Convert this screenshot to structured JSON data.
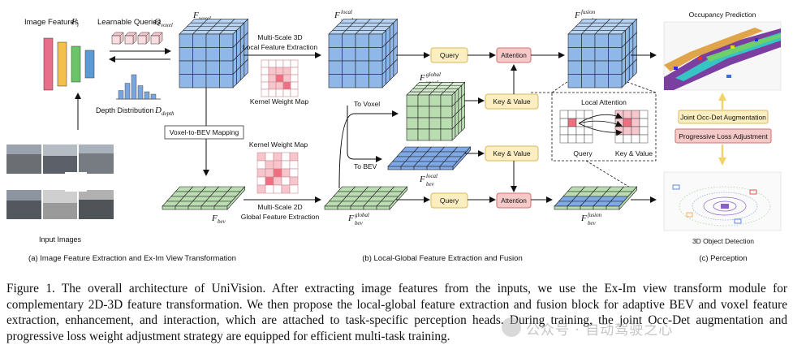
{
  "colors": {
    "voxel_blue": "#8fb7e8",
    "voxel_blue_top": "#b7d3f4",
    "voxel_green": "#b9dcb0",
    "voxel_green_top": "#d3ebcc",
    "bev_blue": "#7fa9e6",
    "query_box": "#fbeec0",
    "query_border": "#d9b95a",
    "attention_box": "#f6c9c9",
    "attention_border": "#d27070",
    "kernel_pink": "#f7c6cc",
    "kernel_red": "#ee6f7f",
    "bar_colors": [
      "#e86f8a",
      "#f3c04b",
      "#6cc46a",
      "#5b9bd5"
    ],
    "depth_bars": "#7aa6e0",
    "guide_yellow": "#f1d36b"
  },
  "labels": {
    "image_features": "Image Features",
    "learnable_queries": "Learnable Queries",
    "depth_distribution": "Depth Distribution",
    "input_images": "Input Images",
    "voxel_to_bev": "Voxel-to-BEV Mapping",
    "multiscale_3d_line1": "Multi-Scale 3D",
    "multiscale_3d_line2": "Local Feature Extraction",
    "kernel_weight_map_top": "Kernel Weight Map",
    "kernel_weight_map_bottom": "Kernel Weight Map",
    "multiscale_2d_line1": "Multi-Scale 2D",
    "multiscale_2d_line2": "Global Feature Extraction",
    "to_voxel": "To Voxel",
    "to_bev": "To BEV",
    "query_top": "Query",
    "query_bottom": "Query",
    "attention_top": "Attention",
    "attention_bottom": "Attention",
    "kv_top": "Key & Value",
    "kv_bottom": "Key & Value",
    "local_attention": "Local Attention",
    "la_query": "Query",
    "la_kv": "Key & Value",
    "occupancy_prediction": "Occupancy Prediction",
    "joint_aug": "Joint Occ-Det Augmentation",
    "progressive_loss": "Progressive Loss Adjustment",
    "object_detection": "3D Object Detection"
  },
  "math": {
    "F_i": {
      "base": "F",
      "sub": "i"
    },
    "Q_voxel": {
      "base": "Q",
      "sub": "voxel"
    },
    "D_depth": {
      "base": "D",
      "sub": "depth"
    },
    "F_voxel": {
      "base": "F",
      "sub": "voxel"
    },
    "F_bev": {
      "base": "F",
      "sub": "bev"
    },
    "F_voxel_local": {
      "base": "F",
      "sup": "local",
      "sub": "voxel"
    },
    "F_voxel_global": {
      "base": "F",
      "sup": "global",
      "sub": "voxel"
    },
    "F_bev_local": {
      "base": "F",
      "sup": "local",
      "sub": "bev"
    },
    "F_bev_global": {
      "base": "F",
      "sup": "global",
      "sub": "bev"
    },
    "F_voxel_fusion": {
      "base": "F",
      "sup": "fusion",
      "sub": "voxel"
    },
    "F_bev_fusion": {
      "base": "F",
      "sup": "fusion",
      "sub": "bev"
    }
  },
  "sections": {
    "a": "(a) Image Feature Extraction and Ex-Im View Transformation",
    "b": "(b) Local-Global Feature Extraction and Fusion",
    "c": "(c) Perception"
  },
  "caption": "Figure 1. The overall architecture of UniVision. After extracting image features from the inputs, we use the Ex-Im view transform module for complementary 2D-3D feature transformation. We then propose the local-global feature extraction and fusion block for adaptive BEV and voxel feature extraction, enhancement, and interaction, which are attached to task-specific perception heads. During training, the joint Occ-Det augmentation and progressive loss weight adjustment strategy are equipped for efficient multi-task training.",
  "watermark": "公众号 · 自动驾驶之心",
  "depth_histogram": [
    0.35,
    0.65,
    1.0,
    0.55,
    0.3,
    0.2
  ]
}
